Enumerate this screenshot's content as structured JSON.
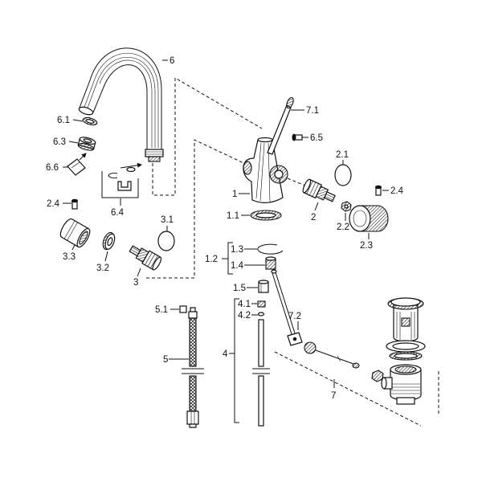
{
  "diagram": {
    "background": "#ffffff",
    "ink": "#111111"
  },
  "callouts": [
    "6",
    "6.1",
    "6.3",
    "6.6",
    "6.4",
    "7.1",
    "6.5",
    "2.1",
    "1",
    "2.4",
    "2.4",
    "1.1",
    "2",
    "2.2",
    "2.3",
    "3.1",
    "3.3",
    "3.2",
    "3",
    "1.2",
    "1.3",
    "1.4",
    "1.5",
    "5.1",
    "4.1",
    "4.2",
    "7.2",
    "5",
    "4",
    "7"
  ]
}
